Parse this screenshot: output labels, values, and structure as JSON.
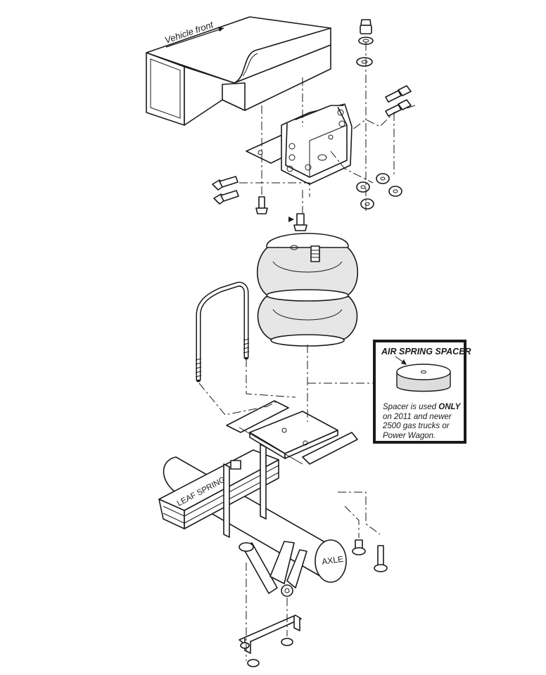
{
  "labels": {
    "vehicle_front": "Vehicle front",
    "leaf_springs": "LEAF SPRINGS",
    "axle": "AXLE"
  },
  "spacer_callout": {
    "title": "AIR SPRING SPACER",
    "note_before": "Spacer is used ",
    "note_emphasis": "ONLY",
    "note_after": " on 2011 and newer 2500 gas trucks or Power Wagon."
  }
}
